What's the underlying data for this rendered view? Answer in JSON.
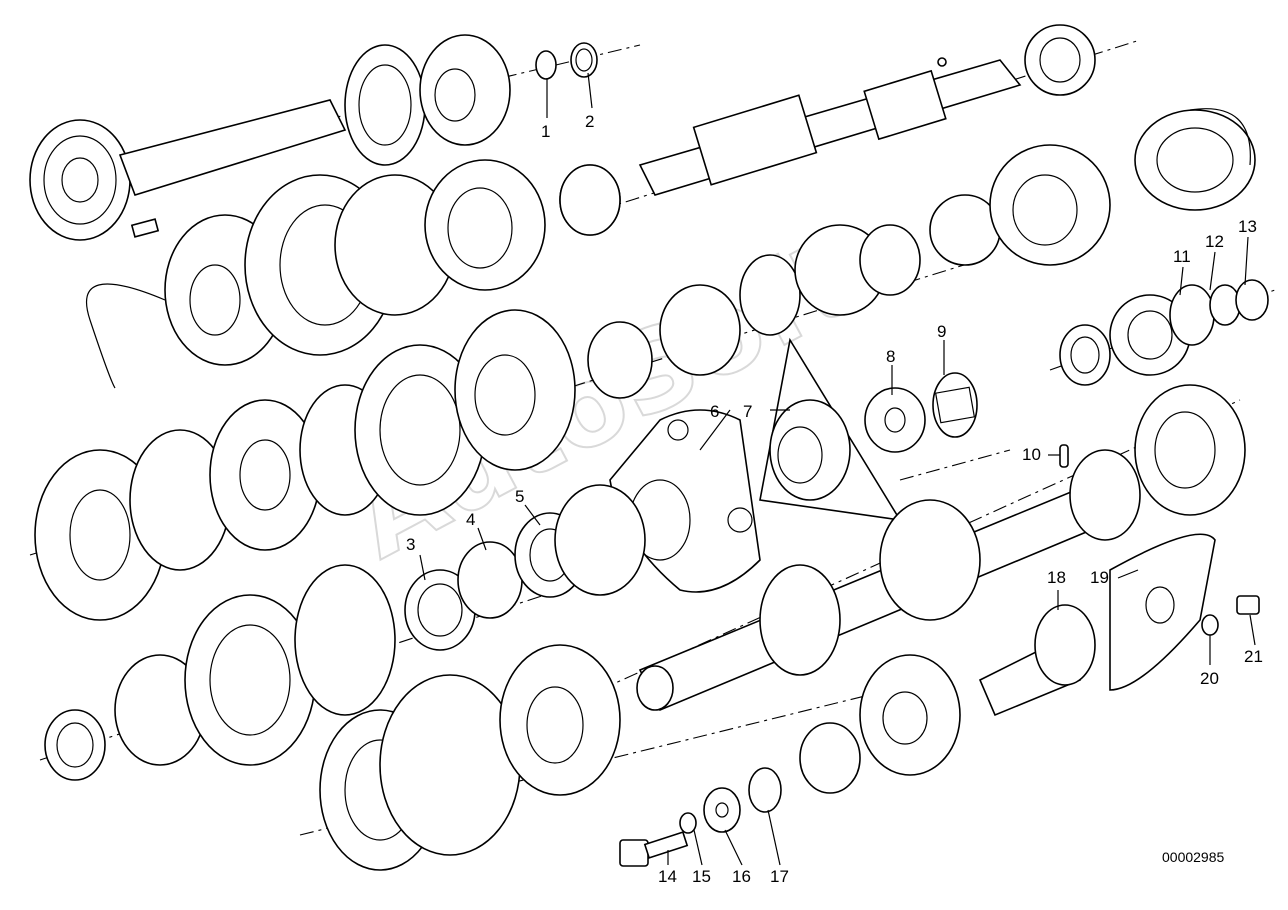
{
  "diagram": {
    "reference_number": "00002985",
    "watermark": "AutoSoft",
    "part_numbers": [
      "1",
      "2",
      "3",
      "4",
      "5",
      "6",
      "7",
      "8",
      "9",
      "10",
      "11",
      "12",
      "13",
      "14",
      "15",
      "16",
      "17",
      "18",
      "19",
      "20",
      "21"
    ]
  },
  "colors": {
    "line": "#000000",
    "background": "#ffffff",
    "watermark": "#d9d9d9"
  }
}
